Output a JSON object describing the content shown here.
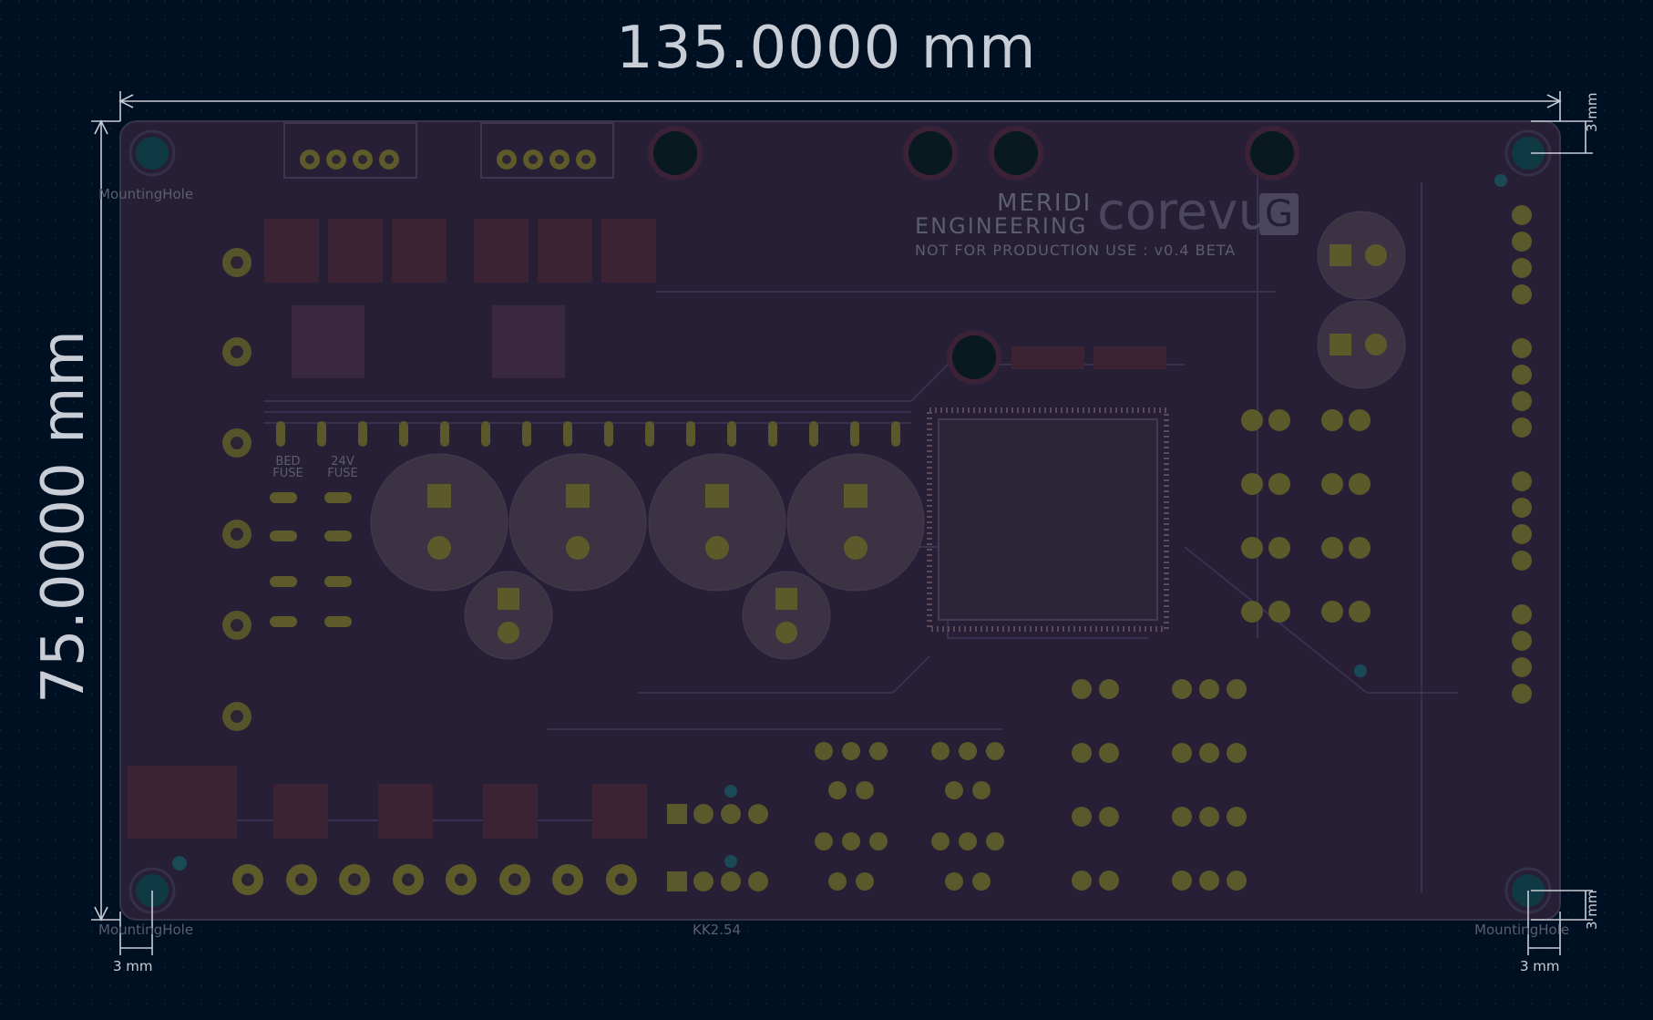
{
  "dimensions": {
    "width_label": "135.0000 mm",
    "height_label": "75.0000 mm",
    "hole_offset_label": "3 mm"
  },
  "silkscreen": {
    "mounting_hole": "MountingHole",
    "connector": "KK2.54",
    "company_line1": "MERIDI",
    "company_line2": "ENGINEERING",
    "brand": "corevus",
    "brand_badge": "G",
    "notice": "NOT FOR PRODUCTION USE : v0.4 BETA",
    "bed_fuse": "BED FUSE",
    "fan_fuse": "24V FUSE"
  },
  "colors": {
    "background": "#001023",
    "board": "#261f36",
    "pad_copper": "#6b6a2c",
    "hole": "#0f3a45",
    "dimension": "#c9cdd6",
    "trace": "#3e3250"
  }
}
